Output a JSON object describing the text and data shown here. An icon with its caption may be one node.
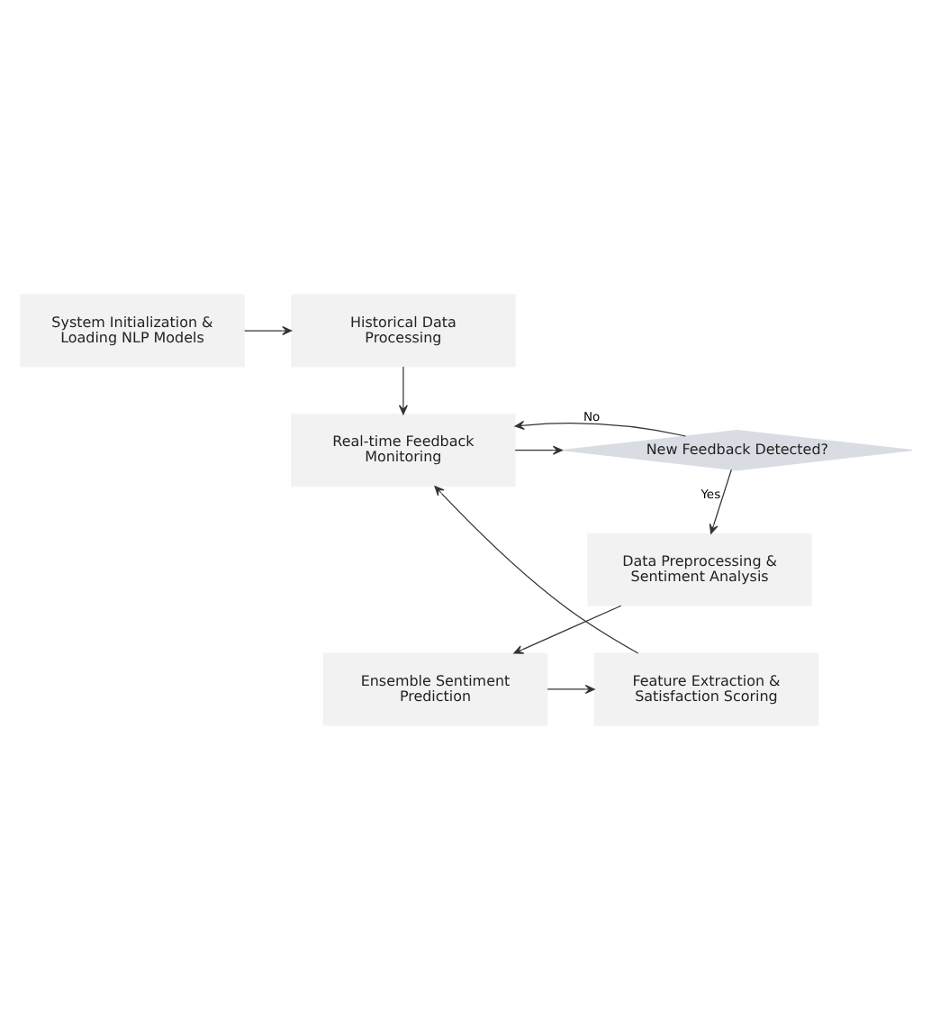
{
  "diagram": {
    "nodes": [
      {
        "text": [
          "System Initialization & Loading NLP Models"
        ]
      },
      {
        "text": [
          "Historical Data Processing"
        ]
      },
      {
        "text": [
          "Real-time Feedback Monitoring"
        ]
      },
      {
        "text": [
          "New Feedback Detected?"
        ]
      },
      {
        "text": [
          "Data Preprocessing & Sentiment Analysis"
        ]
      },
      {
        "text": [
          "Ensemble Sentiment Prediction"
        ]
      },
      {
        "text": [
          "Feature Extraction & Satisfaction Scoring"
        ]
      }
    ],
    "edges": [
      {
        "from": 0,
        "to": 1,
        "arrow": "to"
      },
      {
        "from": 1,
        "to": 2,
        "arrow": "to"
      },
      {
        "from": 2,
        "to": 3,
        "arrow": "to"
      },
      {
        "from": 3,
        "to": 2,
        "arrow": "to",
        "label": "No"
      },
      {
        "from": 3,
        "to": 4,
        "arrow": "to",
        "label": "Yes"
      },
      {
        "from": 4,
        "to": 5,
        "arrow": "to"
      },
      {
        "from": 5,
        "to": 6,
        "arrow": "to"
      },
      {
        "from": 6,
        "to": 2,
        "arrow": "to"
      }
    ]
  }
}
